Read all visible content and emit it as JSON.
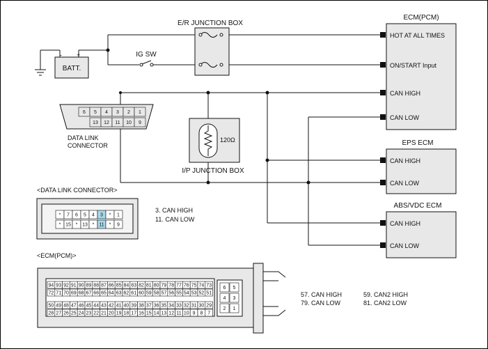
{
  "labels": {
    "er_junction_box": "E/R JUNCTION BOX",
    "ig_sw": "IG SW",
    "batt": "BATT.",
    "ecm_title": "ECM(PCM)",
    "hot_at_all_times": "HOT AT ALL TIMES",
    "on_start_input": "ON/START Input",
    "can_high": "CAN HIGH",
    "can_low": "CAN LOW",
    "eps_ecm": "EPS ECM",
    "abs_vdc_ecm": "ABS/VDC ECM",
    "resistor": "120Ω",
    "ip_junction_box": "I/P JUNCTION BOX",
    "dlc_line1": "DATA LINK",
    "dlc_line2": "CONNECTOR",
    "dlc_section": "<DATA LINK CONNECTOR>",
    "dlc_pin_note1": "3. CAN HIGH",
    "dlc_pin_note2": "11. CAN LOW",
    "ecm_section": "<ECM(PCM)>",
    "ecm_note1": "57. CAN HIGH",
    "ecm_note2": "79. CAN LOW",
    "ecm_note3": "59. CAN2 HIGH",
    "ecm_note4": "81. CAN2 LOW"
  },
  "dlc_top_pins": [
    "6",
    "5",
    "4",
    "3",
    "2",
    "1"
  ],
  "dlc_bottom_pins": [
    "13",
    "12",
    "11",
    "10",
    "9"
  ],
  "dlc_detail_top": [
    "*",
    "7",
    "6",
    "5",
    "4",
    "3",
    "*",
    "1"
  ],
  "dlc_detail_bottom": [
    "*",
    "15",
    "*",
    "13",
    "*",
    "11",
    "*",
    "9"
  ],
  "ecm_row1": [
    "94",
    "93",
    "92",
    "91",
    "90",
    "89",
    "88",
    "87",
    "86",
    "85",
    "84",
    "83",
    "82",
    "81",
    "80",
    "79",
    "78",
    "77",
    "76",
    "75",
    "74",
    "73"
  ],
  "ecm_row2": [
    "72",
    "71",
    "70",
    "69",
    "68",
    "67",
    "66",
    "65",
    "64",
    "63",
    "62",
    "61",
    "60",
    "59",
    "58",
    "57",
    "56",
    "55",
    "54",
    "53",
    "52",
    "51"
  ],
  "ecm_row3": [
    "50",
    "49",
    "48",
    "47",
    "46",
    "45",
    "44",
    "43",
    "42",
    "41",
    "40",
    "39",
    "38",
    "37",
    "36",
    "35",
    "34",
    "33",
    "32",
    "31",
    "30",
    "29"
  ],
  "ecm_row4": [
    "28",
    "27",
    "26",
    "25",
    "24",
    "23",
    "22",
    "21",
    "20",
    "19",
    "18",
    "17",
    "16",
    "15",
    "14",
    "13",
    "12",
    "11",
    "10",
    "9",
    "8",
    "7"
  ],
  "ecm_small": [
    "6",
    "5",
    "4",
    "3",
    "2",
    "1"
  ],
  "colors": {
    "line": "#111111",
    "box_fill": "#e8e8e8",
    "highlight": "#a8d8ea"
  }
}
